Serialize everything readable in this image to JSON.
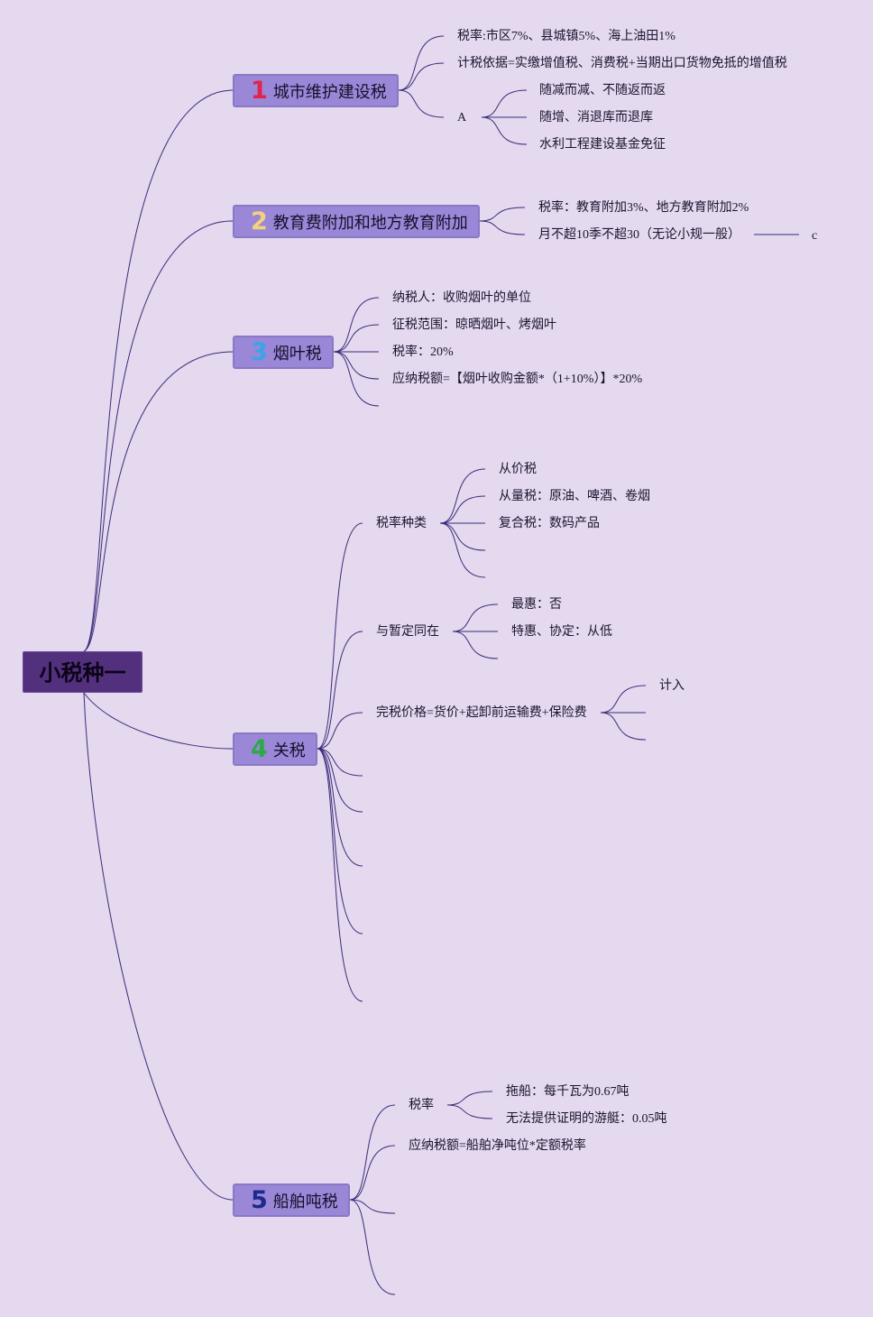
{
  "root": {
    "label": "小税种一"
  },
  "colors": {
    "link": "#3d2a7a",
    "root_bg": "#53307e",
    "topic_bg": "#9a87d8",
    "background": "#e4d9ee"
  },
  "topics": [
    {
      "num": "1",
      "num_color": "#e0244a",
      "label": "城市维护建设税"
    },
    {
      "num": "2",
      "num_color": "#f3d27a",
      "label": "教育费附加和地方教育附加"
    },
    {
      "num": "3",
      "num_color": "#3aa4e8",
      "label": "烟叶税"
    },
    {
      "num": "4",
      "num_color": "#2fa84a",
      "label": "关税"
    },
    {
      "num": "5",
      "num_color": "#1b2a8c",
      "label": "船舶吨税"
    }
  ],
  "t1": {
    "rate": "税率:市区7%、县城镇5%、海上油田1%",
    "basis": "计税依据=实缴增值税、消费税+当期出口货物免抵的增值税",
    "a": "A",
    "a_items": [
      "随减而减、不随返而返",
      "随增、消退库而退库",
      "水利工程建设基金免征"
    ]
  },
  "t2": {
    "rate": "税率：教育附加3%、地方教育附加2%",
    "month": "月不超10季不超30（无论小规一般）",
    "c": "c"
  },
  "t3": {
    "items": [
      "纳税人：收购烟叶的单位",
      "征税范围：晾晒烟叶、烤烟叶",
      "税率：20%",
      "应纳税额=【烟叶收购金额*（1+10%）】*20%"
    ]
  },
  "t4": {
    "rate_types": "税率种类",
    "rate_items": [
      "从价税",
      "从量税：原油、啤酒、卷烟",
      "复合税：数码产品"
    ],
    "provisional": "与暂定同在",
    "provisional_items": [
      "最惠：否",
      "特惠、协定：从低"
    ],
    "dutiable": "完税价格=货价+起卸前运输费+保险费",
    "dutiable_items": [
      "计入"
    ]
  },
  "t5": {
    "rate": "税率",
    "rate_items": [
      "拖船：每千瓦为0.67吨",
      "无法提供证明的游艇：0.05吨"
    ],
    "payable": "应纳税额=船舶净吨位*定额税率"
  }
}
